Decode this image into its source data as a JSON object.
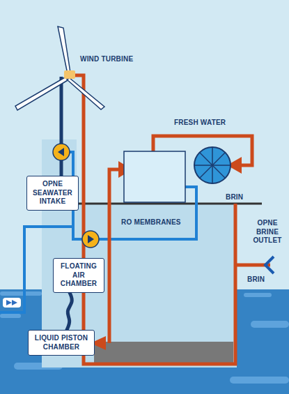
{
  "diagram": {
    "nodes": [
      {
        "text": [
          "OPNE SEAWATER INTAKE"
        ]
      },
      {
        "text": [
          "FLOATING AIR CHAMBER"
        ]
      },
      {
        "text": [
          "LIQUID PISTON CHAMBER"
        ]
      }
    ],
    "edges": [
      {
        "from": 1,
        "to": 2,
        "arrow": "none"
      }
    ],
    "labels": [
      "WIND TURBINE",
      "FRESH WATER",
      "BRIN",
      "RO MEMBRANES",
      "OPNE BRINE OUTLET",
      "BRIN"
    ]
  }
}
